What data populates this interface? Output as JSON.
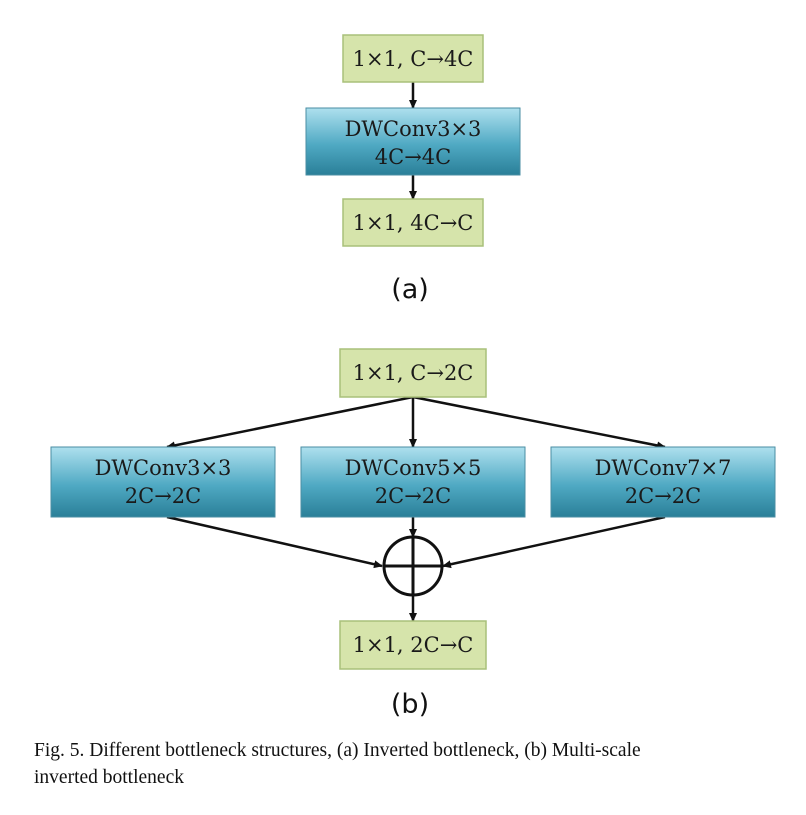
{
  "diagram_a": {
    "label": "(a)",
    "top_box": "1×1, C→4C",
    "mid_box": {
      "line1": "DWConv3×3",
      "line2": "4C→4C"
    },
    "bottom_box": "1×1, 4C→C"
  },
  "diagram_b": {
    "label": "(b)",
    "top_box": "1×1, C→2C",
    "branches": [
      {
        "line1": "DWConv3×3",
        "line2": "2C→2C"
      },
      {
        "line1": "DWConv5×5",
        "line2": "2C→2C"
      },
      {
        "line1": "DWConv7×7",
        "line2": "2C→2C"
      }
    ],
    "bottom_box": "1×1, 2C→C"
  },
  "caption": {
    "line1": "Fig. 5.  Different bottleneck structures, (a) Inverted bottleneck, (b) Multi-scale",
    "line2": "inverted bottleneck"
  },
  "colors": {
    "green_fill": "#d6e4ab",
    "green_border": "#a9c07a",
    "blue_top": "#a8dcec",
    "blue_bottom": "#2f8aa4",
    "arrow": "#111111"
  }
}
